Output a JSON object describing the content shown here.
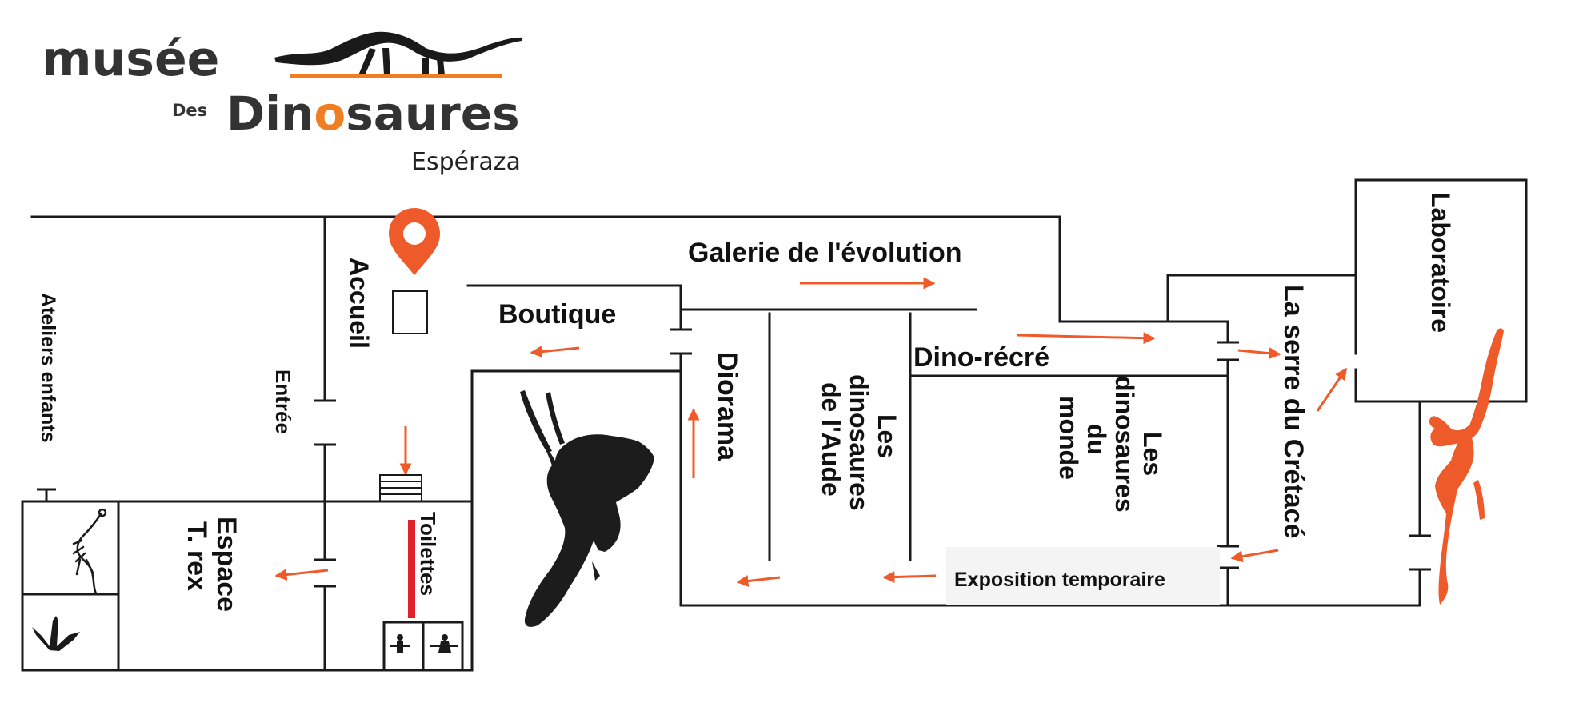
{
  "logo": {
    "line1": "musée",
    "prefix": "Des",
    "word_part1": "Din",
    "word_part2": "o",
    "word_part3": "saures",
    "town": "Espéraza"
  },
  "rooms": {
    "galerie": "Galerie de l'évolution",
    "accueil": "Accueil",
    "boutique": "Boutique",
    "entree": "Entrée",
    "ateliers": "Ateliers enfants",
    "espace_trex_line1": "Espace",
    "espace_trex_line2": "T. rex",
    "toilettes": "Toilettes",
    "diorama": "Diorama",
    "aude_line1": "Les",
    "aude_line2": "dinosaures",
    "aude_line3": "de l'Aude",
    "dino_recre": "Dino-récré",
    "monde_line1": "Les",
    "monde_line2": "dinosaures",
    "monde_line3": "du",
    "monde_line4": "monde",
    "expo_temp": "Exposition temporaire",
    "serre": "La serre du Crétacé",
    "laboratoire": "Laboratoire"
  },
  "colors": {
    "accent": "#ef5a2a",
    "logo_orange": "#f07f24",
    "wall": "#1a1a1a",
    "text_dark": "#333333",
    "silhouette": "#1c1c1c",
    "toilet_bar": "#e0202a"
  },
  "icons": {
    "accueil_marker": "location-pin-icon",
    "birds": "flying-dinosaur-silhouette",
    "red_dino": "red-dinosaur-silhouette",
    "skeleton": "dinosaur-skeleton-icon",
    "footprint": "dinosaur-footprint-icon",
    "toilets": "toilet-people-icon",
    "stairs": "stairs-icon"
  }
}
